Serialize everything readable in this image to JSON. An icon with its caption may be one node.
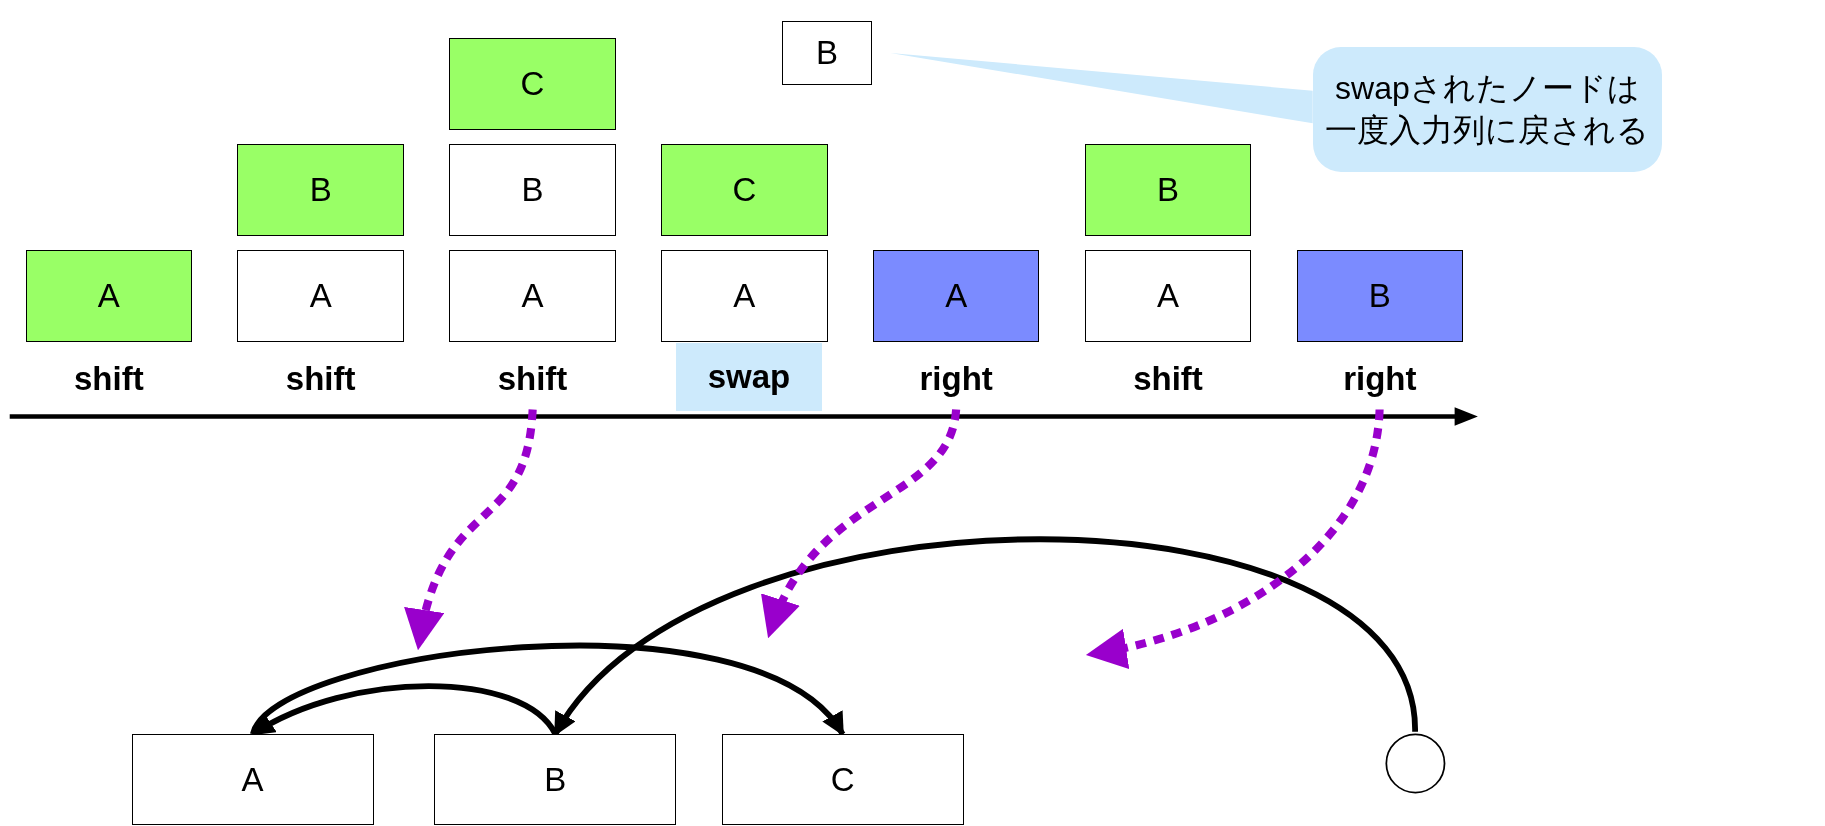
{
  "diagram": {
    "nodes": [
      {
        "text": [
          "A"
        ]
      },
      {
        "text": [
          "A"
        ]
      },
      {
        "text": [
          "B"
        ]
      },
      {
        "text": [
          "A"
        ]
      },
      {
        "text": [
          "B"
        ]
      },
      {
        "text": [
          "C"
        ]
      },
      {
        "text": [
          "B"
        ]
      },
      {
        "text": [
          "A"
        ]
      },
      {
        "text": [
          "C"
        ]
      },
      {
        "text": [
          "A"
        ]
      },
      {
        "text": [
          "A"
        ]
      },
      {
        "text": [
          "B"
        ]
      },
      {
        "text": [
          "B"
        ]
      },
      {
        "text": [
          "swapされたノードは一度入力列に戻される"
        ]
      },
      {
        "text": [
          "shift"
        ]
      },
      {
        "text": [
          "shift"
        ]
      },
      {
        "text": [
          "shift"
        ]
      },
      {
        "text": [
          "swap"
        ]
      },
      {
        "text": [
          "right"
        ]
      },
      {
        "text": [
          "shift"
        ]
      },
      {
        "text": [
          "right"
        ]
      },
      {
        "text": [
          "A"
        ]
      },
      {
        "text": [
          "B"
        ]
      },
      {
        "text": [
          "C"
        ]
      },
      {
        "text": [],
        "shape": "circle"
      }
    ],
    "edges": [
      {
        "from": 13,
        "to": 6,
        "arrow": "none"
      },
      {
        "from": 21,
        "to": 23,
        "arrow": "to"
      },
      {
        "from": 22,
        "to": 21,
        "arrow": "to"
      },
      {
        "from": 24,
        "to": 22,
        "arrow": "to"
      },
      {
        "from": 16,
        "to": null,
        "arrow": "to",
        "style": "dashed",
        "color": "#9900cc"
      },
      {
        "from": 18,
        "to": null,
        "arrow": "to",
        "style": "dashed",
        "color": "#9900cc"
      },
      {
        "from": 20,
        "to": null,
        "arrow": "to",
        "style": "dashed",
        "color": "#9900cc"
      }
    ]
  }
}
